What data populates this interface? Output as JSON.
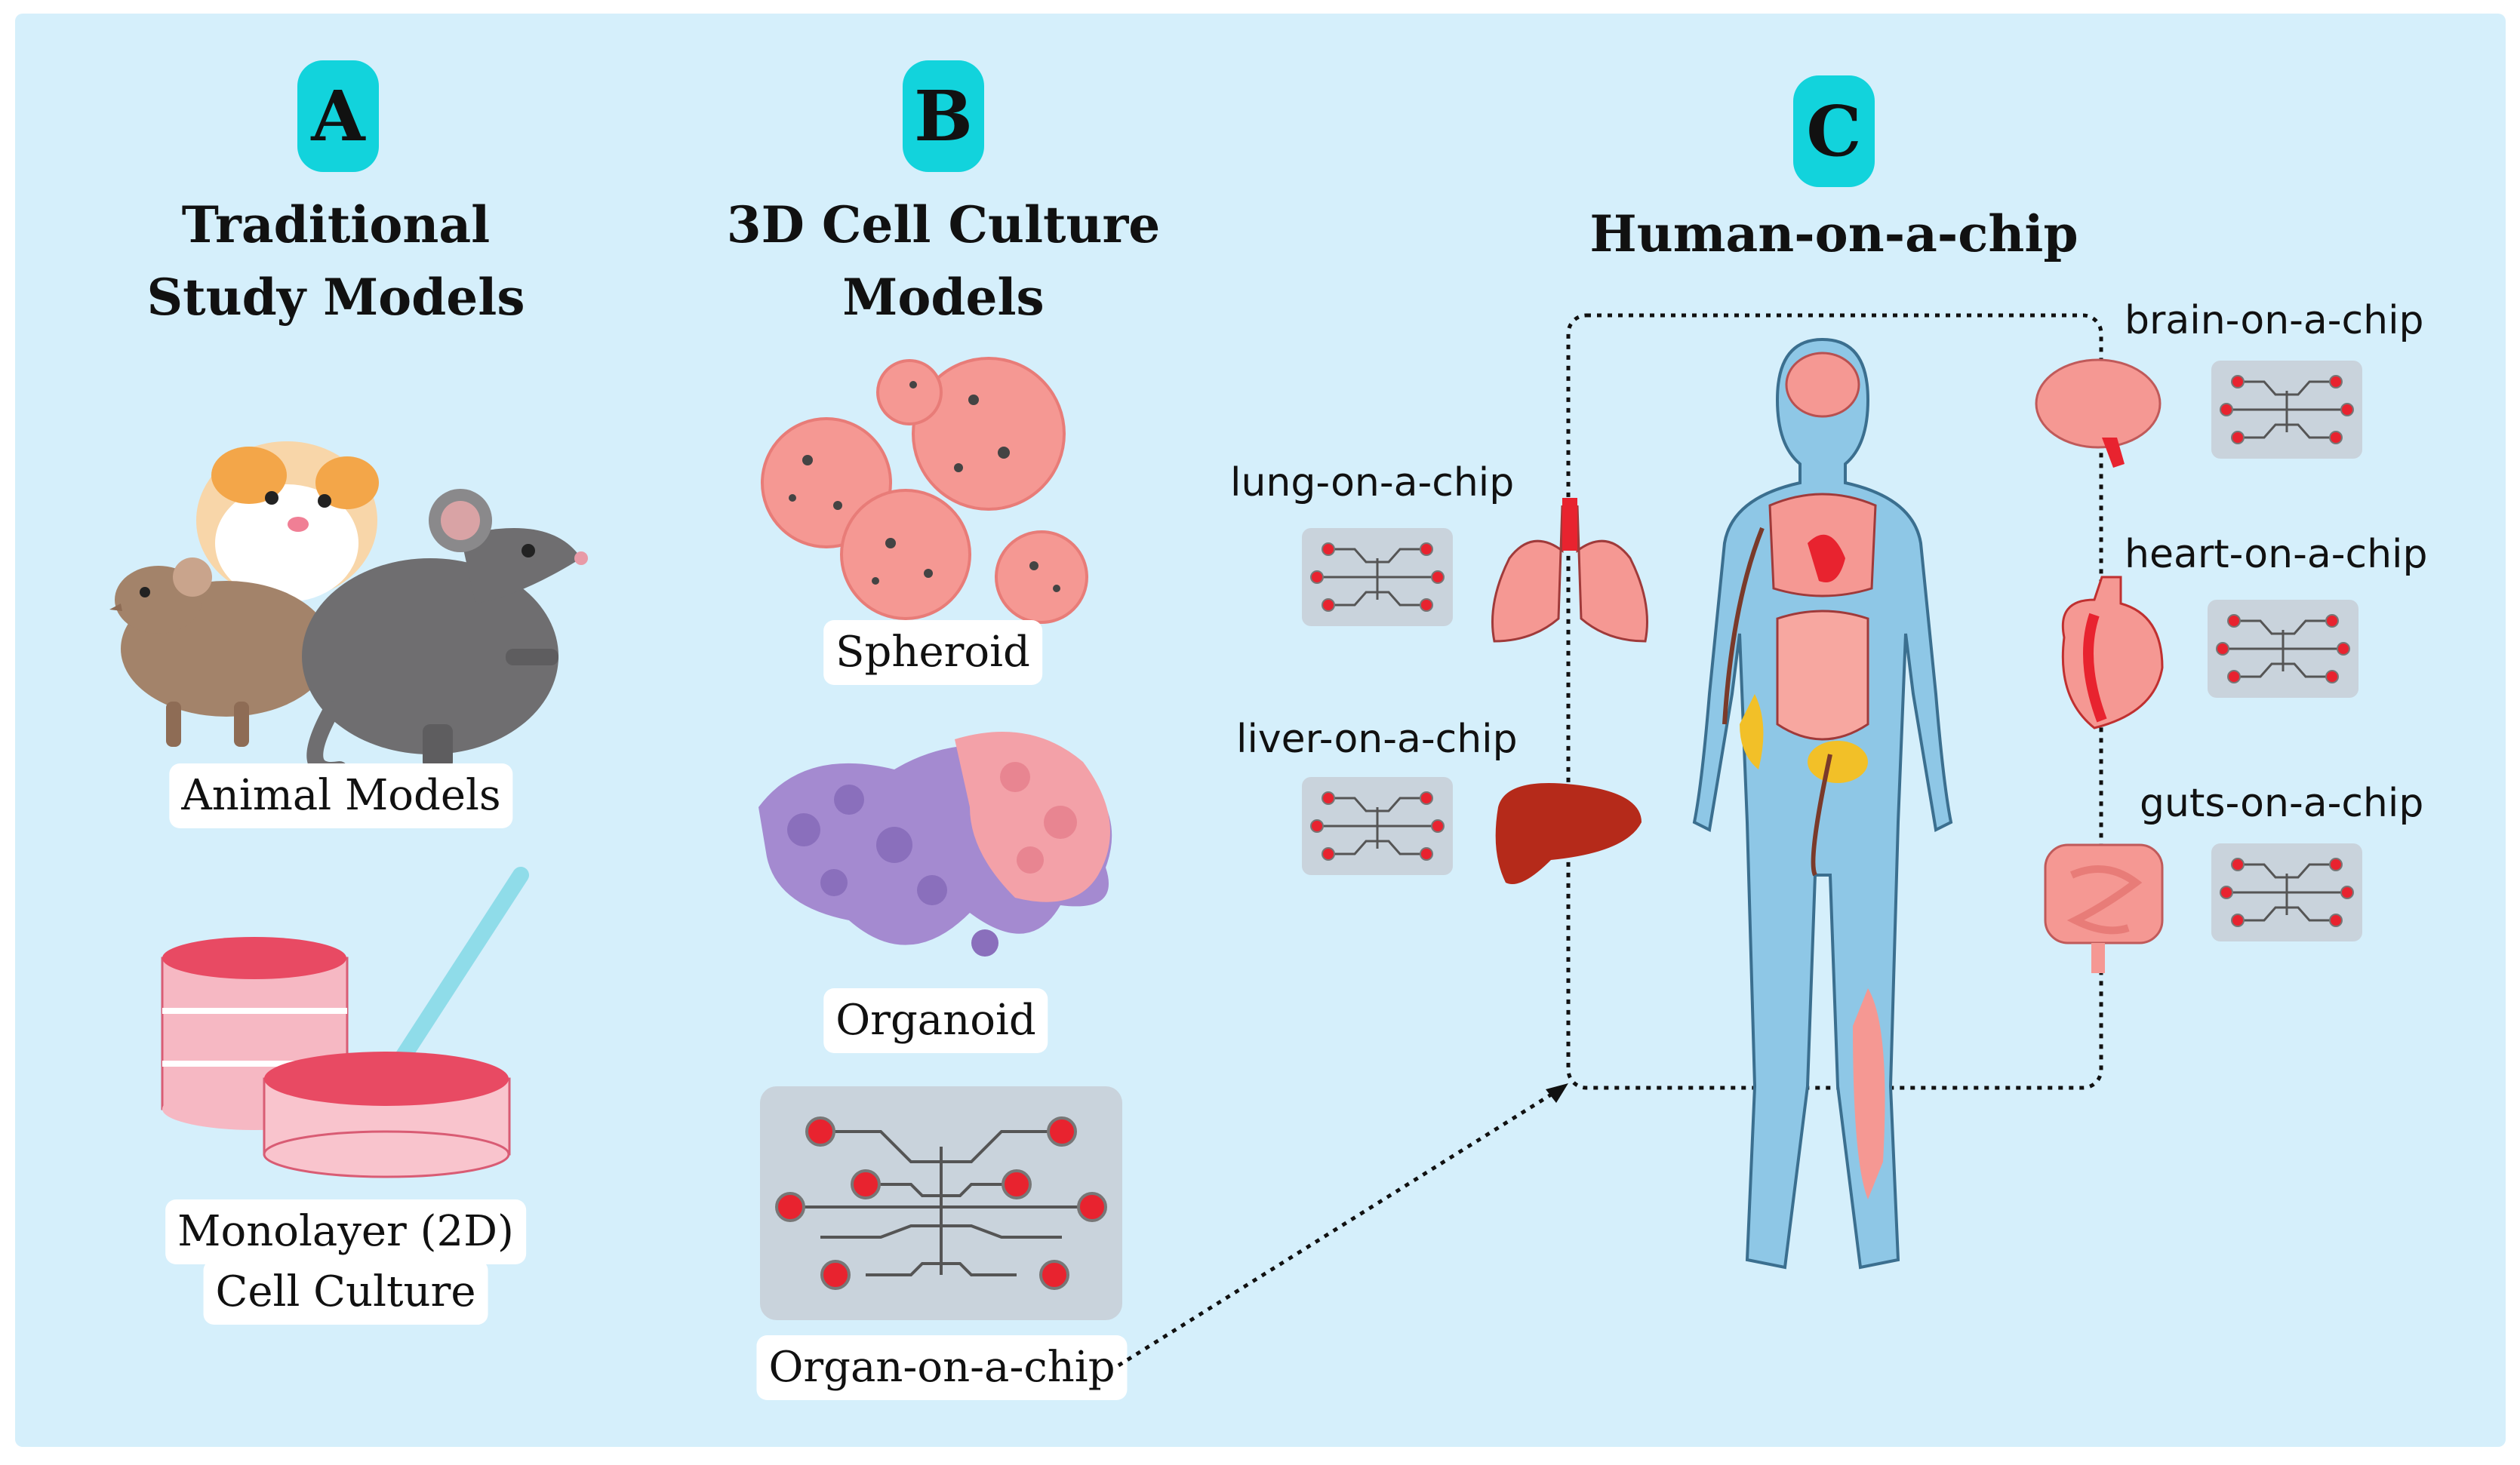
{
  "panels": {
    "a": {
      "badge": "A",
      "title_line1": "Traditional",
      "title_line2": "Study Models"
    },
    "b": {
      "badge": "B",
      "title_line1": "3D Cell Culture",
      "title_line2": "Models"
    },
    "c": {
      "badge": "C",
      "title": "Human-on-a-chip"
    }
  },
  "labels": {
    "animal_models": "Animal Models",
    "monolayer_line1": "Monolayer (2D)",
    "monolayer_line2": "Cell Culture",
    "spheroid": "Spheroid",
    "organoid": "Organoid",
    "organ_on_chip": "Organ-on-a-chip"
  },
  "chips": {
    "lung": "lung-on-a-chip",
    "liver": "liver-on-a-chip",
    "brain": "brain-on-a-chip",
    "heart": "heart-on-a-chip",
    "guts": "guts-on-a-chip"
  },
  "colors": {
    "background": "#d5effb",
    "badge": "#12d3dc",
    "chip": "#c9d3dc",
    "chip_node": "#e8232f",
    "organ_pink": "#f59893",
    "body": "#8ec7e6"
  },
  "icons": [
    "guinea-pig-icon",
    "mouse-icon",
    "rat-icon",
    "petri-dish-icon",
    "pipette-icon",
    "spheroid-icon",
    "organoid-icon",
    "microfluidic-chip-icon",
    "human-body-icon",
    "lung-icon",
    "liver-icon",
    "brain-icon",
    "heart-icon",
    "intestine-icon"
  ]
}
